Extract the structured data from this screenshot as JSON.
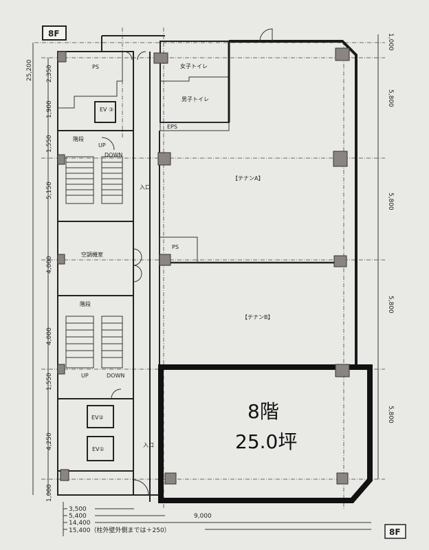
{
  "floor_label": "8F",
  "floor_label_bottom": "8F",
  "rooms": {
    "ps_top": "PS",
    "ev3": "EV\n③",
    "womens_toilet": "女子トイレ",
    "mens_toilet": "男子トイレ",
    "eps": "EPS",
    "stairs_top": "階段",
    "up_top": "UP",
    "down_top": "DOWN",
    "entrance_top": "入口",
    "tenant_a": "【テナンA】",
    "ps_mid": "PS",
    "aircon_room": "空調機室",
    "tenant_b": "【テナンB】",
    "stairs_bottom": "階段",
    "up_bottom": "UP",
    "down_bottom": "DOWN",
    "ev2": "EV②",
    "ev1": "EV①",
    "entrance_bottom": "入口"
  },
  "highlight": {
    "floor": "8階",
    "area": "25.0坪"
  },
  "dimensions": {
    "left_total": "25,200",
    "left": [
      "2,350",
      "1,900",
      "1,550",
      "5,150",
      "4,000",
      "4,000",
      "1,550",
      "4,250",
      "1,000"
    ],
    "right": [
      "1,000",
      "5,800",
      "5,800",
      "5,800",
      "5,800"
    ],
    "bottom": [
      "3,500",
      "5,400",
      "14,400",
      "15,400（柱外壁外側までは＋250）"
    ],
    "bottom_right": "9,000"
  }
}
